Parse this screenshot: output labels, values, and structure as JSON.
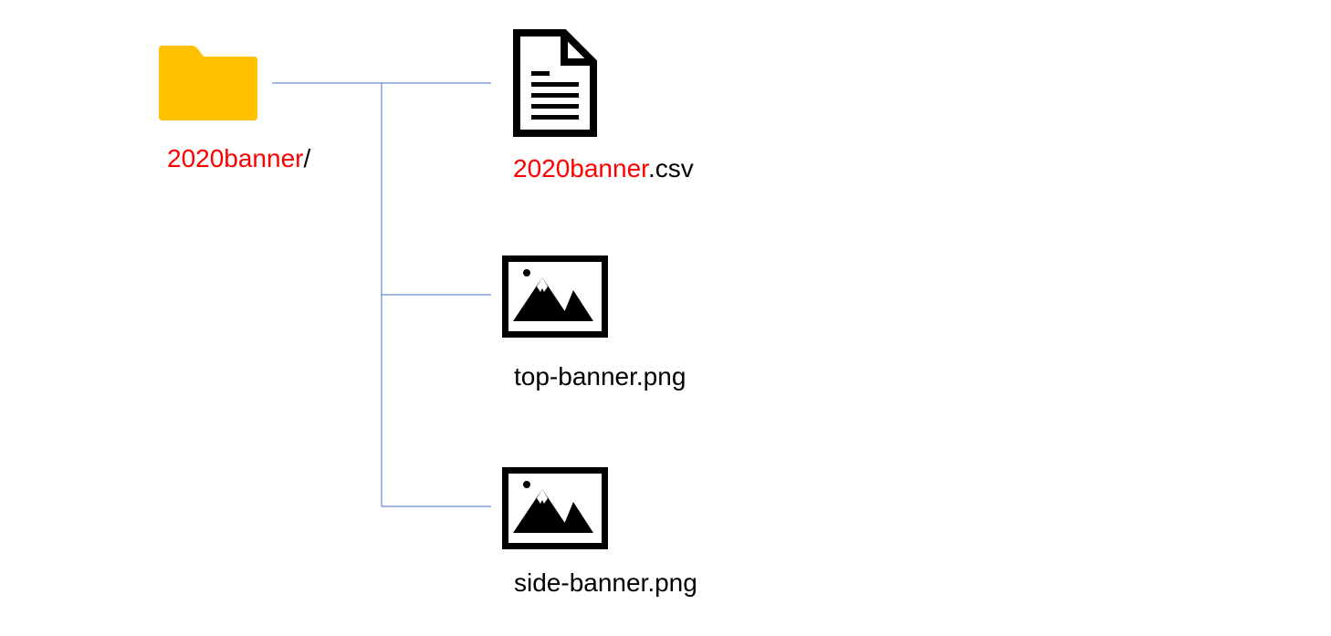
{
  "colors": {
    "highlight": "#ff0000",
    "text": "#000000",
    "folder": "#ffc000",
    "connector": "#4472c4"
  },
  "folder": {
    "icon": "folder-icon",
    "name_highlight": "2020banner",
    "name_suffix": "/"
  },
  "files": [
    {
      "icon": "document-icon",
      "name_highlight": "2020banner",
      "name_suffix": ".csv"
    },
    {
      "icon": "image-icon",
      "name_highlight": "",
      "name_suffix": "top-banner.png"
    },
    {
      "icon": "image-icon",
      "name_highlight": "",
      "name_suffix": "side-banner.png"
    }
  ]
}
